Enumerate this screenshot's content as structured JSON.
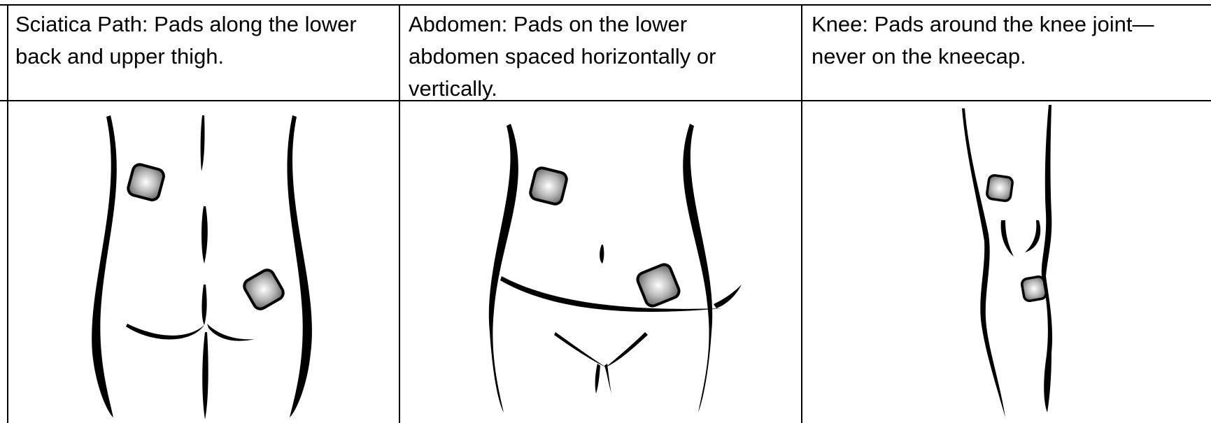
{
  "table": {
    "columns": [
      {
        "caption": "Sciatica Path: Pads along the lower back and upper thigh.",
        "illustration": "lower-back-figure",
        "pad_count": 2
      },
      {
        "caption": "Abdomen: Pads on the lower abdomen spaced horizontally or vertically.",
        "illustration": "abdomen-figure",
        "pad_count": 2
      },
      {
        "caption": "Knee: Pads around the knee joint—never on the kneecap.",
        "illustration": "knee-figure",
        "pad_count": 2
      }
    ]
  },
  "colors": {
    "line": "#000000",
    "pad_light": "#ffffff",
    "pad_dark": "#6a6a6a"
  }
}
